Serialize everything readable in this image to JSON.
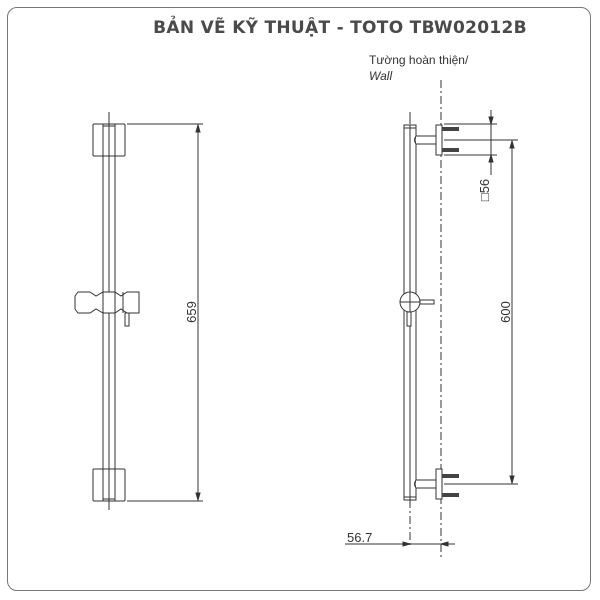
{
  "title": "BẢN VẼ KỸ THUẬT - TOTO TBW02012B",
  "wall_label": {
    "vi": "Tường hoàn thiện/",
    "en": "Wall"
  },
  "dimensions": {
    "total_length": "659",
    "bracket_spacing": "600",
    "bracket_size": "□56",
    "wall_offset": "56.7"
  },
  "colors": {
    "line": "#333333",
    "title": "#4a4a4a",
    "frame": "#777777"
  }
}
